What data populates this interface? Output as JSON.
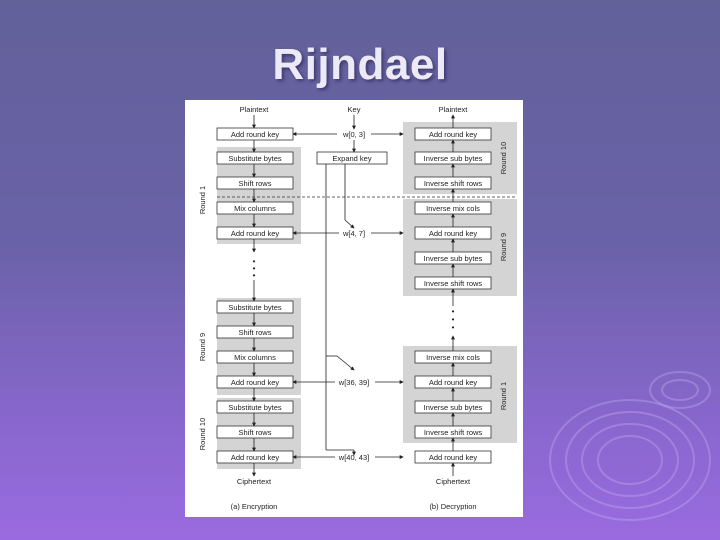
{
  "slide": {
    "title": "Rijndael"
  },
  "diagram": {
    "encryption": {
      "top_label": "Plaintext",
      "bottom_label": "Ciphertext",
      "caption": "(a) Encryption",
      "round_labels": [
        "Round 1",
        "Round 9",
        "Round 10"
      ],
      "ellipsis": "•\n•\n•",
      "steps": [
        "Add round key",
        "Substitute bytes",
        "Shift rows",
        "Mix columns",
        "Add round key",
        "Substitute bytes",
        "Shift rows",
        "Mix columns",
        "Add round key",
        "Substitute bytes",
        "Shift rows",
        "Add round key"
      ]
    },
    "key": {
      "top_label": "Key",
      "expand_label": "Expand key",
      "words": [
        "w[0, 3]",
        "w[4, 7]",
        "w[36, 39]",
        "w[40, 43]"
      ]
    },
    "decryption": {
      "top_label": "Plaintext",
      "bottom_label": "Ciphertext",
      "caption": "(b) Decryption",
      "round_labels": [
        "Round 10",
        "Round 9",
        "Round 1"
      ],
      "steps": [
        "Add round key",
        "Inverse sub bytes",
        "Inverse shift rows",
        "Inverse mix cols",
        "Add round key",
        "Inverse sub bytes",
        "Inverse shift rows",
        "Inverse mix cols",
        "Add round key",
        "Inverse sub bytes",
        "Inverse shift rows",
        "Add round key"
      ]
    }
  },
  "colors": {
    "round_fill": "#d4d4d4",
    "box_stroke": "#333333"
  }
}
